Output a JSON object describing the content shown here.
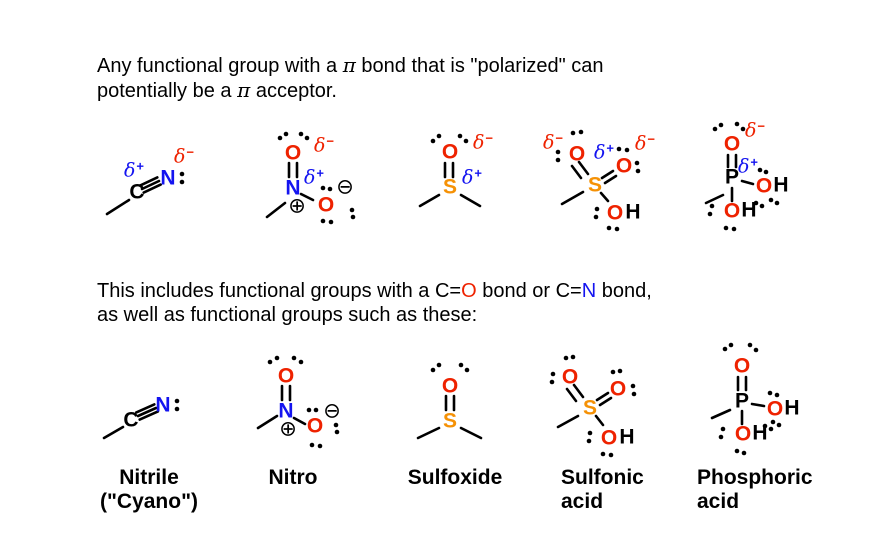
{
  "intro": {
    "line1_pre": "Any functional group with a ",
    "pi": "π",
    "line1_post": " bond that is \"polarized\" can",
    "line2_pre": "potentially be a ",
    "line2_post": " acceptor."
  },
  "middle": {
    "line1_pre": "This includes functional groups with a C=",
    "o": "O",
    "line1_mid": " bond or C=",
    "n": "N",
    "line1_post": " bond,",
    "line2": "as well as functional groups such as these:"
  },
  "atoms": {
    "c": "C",
    "n": "N",
    "o": "O",
    "s": "S",
    "p": "P",
    "h": "H"
  },
  "sym": {
    "delta": "δ",
    "plus": "+",
    "minus": "−",
    "plus_circle": "⊕",
    "minus_circle": "⊖",
    "lone_pair": ":"
  },
  "labels": {
    "nitrile_line1": "Nitrile",
    "nitrile_line2": "(\"Cyano\")",
    "nitro": "Nitro",
    "sulfoxide": "Sulfoxide",
    "sulfonic_line1": "Sulfonic",
    "sulfonic_line2": "acid",
    "phosphoric_line1": "Phosphoric",
    "phosphoric_line2": "acid"
  },
  "colors": {
    "nitrogen_blue": "#1414f0",
    "oxygen_red": "#ee2200",
    "sulfur_orange": "#f59105",
    "text_black": "#000000"
  }
}
